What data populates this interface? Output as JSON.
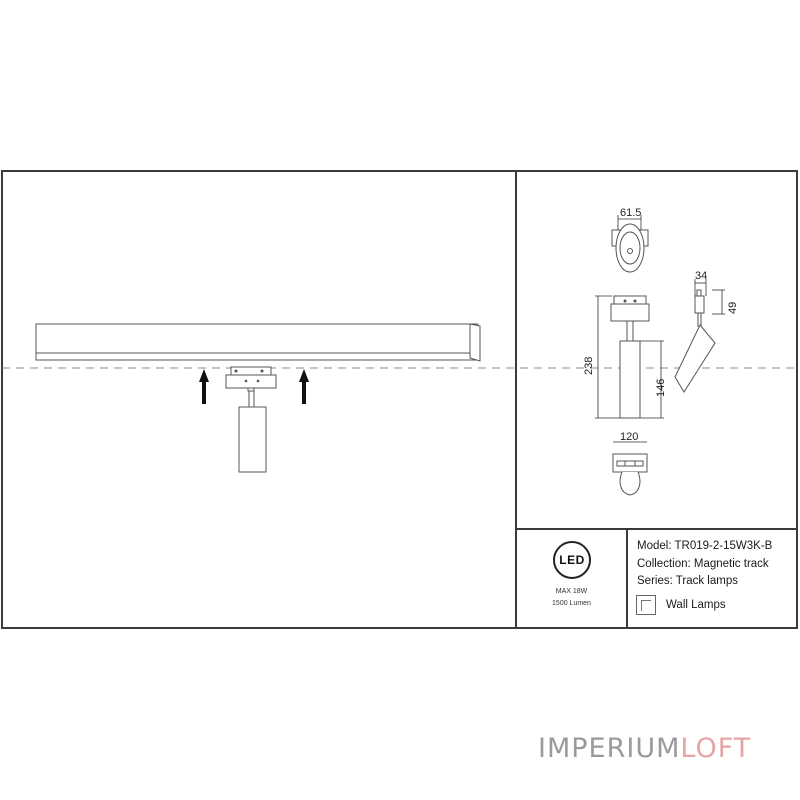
{
  "drawing": {
    "dimensions": {
      "top_width": "61.5",
      "side_width": "34",
      "side_height": "49",
      "total_height": "238",
      "body_height": "146",
      "bottom_width": "120"
    }
  },
  "specs": {
    "led_badge": "LED",
    "max_power": "MAX 18W",
    "lumen": "1500 Lumen"
  },
  "info": {
    "model": "Model: TR019-2-15W3K-B",
    "collection": "Collection: Magnetic track",
    "series": "Series: Track lamps",
    "category_icon": "wall-lamp-icon",
    "category": "Wall Lamps"
  },
  "brand": {
    "part1": "IMPERIUM",
    "part2": "LOFT",
    "color1": "#9a9a9a",
    "color2": "#e6a4a6"
  }
}
